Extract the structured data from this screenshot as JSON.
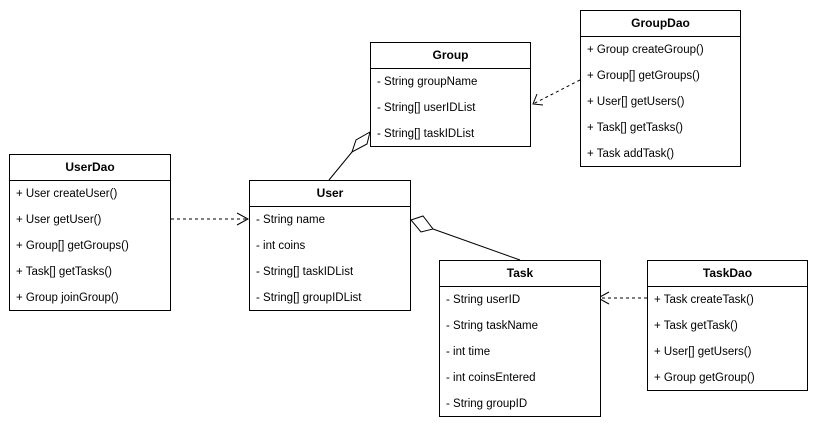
{
  "diagram": {
    "classes": {
      "group": {
        "name": "Group",
        "members": [
          "- String groupName",
          "- String[] userIDList",
          "- String[] taskIDList"
        ]
      },
      "group_dao": {
        "name": "GroupDao",
        "members": [
          "+ Group createGroup()",
          "+ Group[] getGroups()",
          "+ User[] getUsers()",
          "+ Task[] getTasks()",
          "+ Task addTask()"
        ]
      },
      "user_dao": {
        "name": "UserDao",
        "members": [
          "+ User createUser()",
          "+ User getUser()",
          "+ Group[] getGroups()",
          "+ Task[] getTasks()",
          "+ Group joinGroup()"
        ]
      },
      "user": {
        "name": "User",
        "members": [
          "- String name",
          "- int coins",
          "- String[] taskIDList",
          "- String[] groupIDList"
        ]
      },
      "task": {
        "name": "Task",
        "members": [
          "- String userID",
          "- String taskName",
          "- int time",
          "- int coinsEntered",
          "- String groupID"
        ]
      },
      "task_dao": {
        "name": "TaskDao",
        "members": [
          "+ Task createTask()",
          "+ Task getTask()",
          "+ User[] getUsers()",
          "+ Group getGroup()"
        ]
      }
    },
    "relations": [
      {
        "type": "dependency",
        "from": "group_dao",
        "to": "group"
      },
      {
        "type": "dependency",
        "from": "user_dao",
        "to": "user"
      },
      {
        "type": "dependency",
        "from": "task_dao",
        "to": "task"
      },
      {
        "type": "aggregation",
        "whole": "group",
        "part": "user"
      },
      {
        "type": "aggregation",
        "whole": "user",
        "part": "task"
      }
    ]
  }
}
